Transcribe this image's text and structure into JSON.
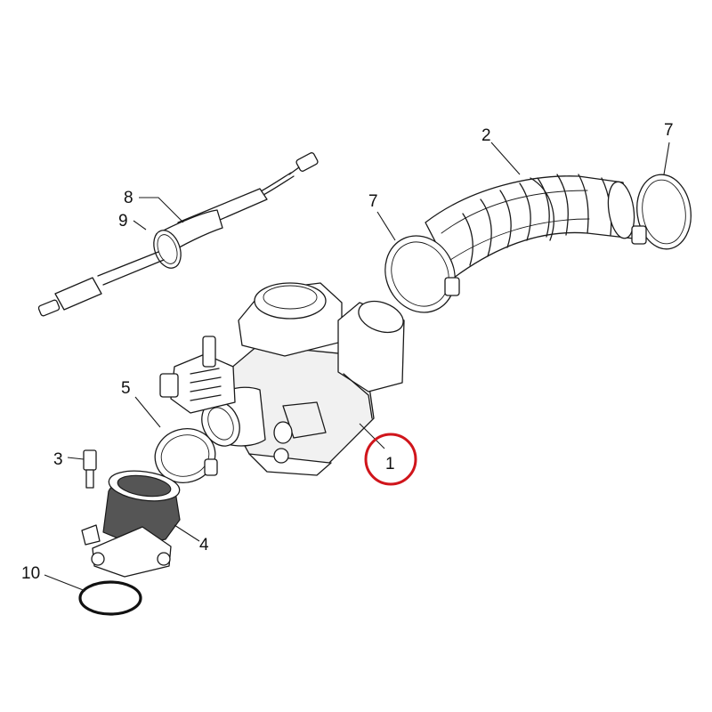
{
  "diagram": {
    "highlight_color": "#d0151b",
    "highlighted_callout": "1",
    "callouts": [
      {
        "id": "c1",
        "label": "1"
      },
      {
        "id": "c2",
        "label": "2"
      },
      {
        "id": "c3",
        "label": "3"
      },
      {
        "id": "c4",
        "label": "4"
      },
      {
        "id": "c5",
        "label": "5"
      },
      {
        "id": "c7a",
        "label": "7"
      },
      {
        "id": "c7b",
        "label": "7"
      },
      {
        "id": "c8",
        "label": "8"
      },
      {
        "id": "c9",
        "label": "9"
      },
      {
        "id": "c10",
        "label": "10"
      }
    ]
  }
}
